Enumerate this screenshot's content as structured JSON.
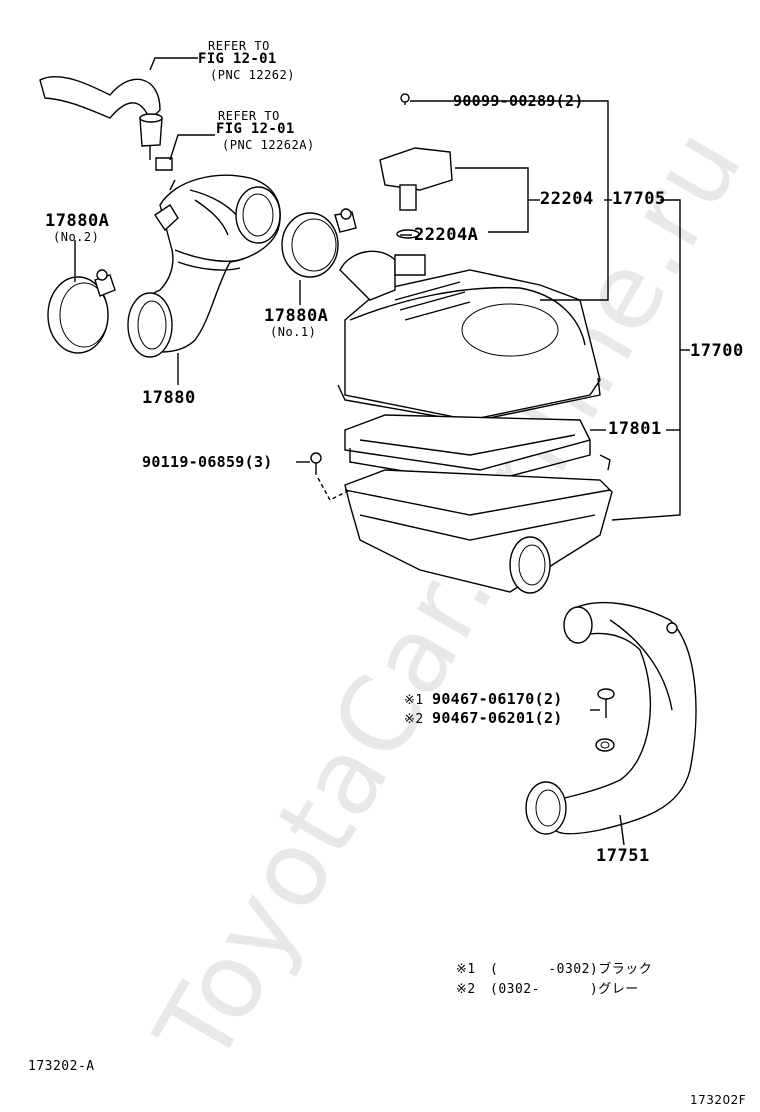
{
  "watermark": "ToyotaCar.Online.ru",
  "refer1": {
    "line1": "REFER TO",
    "line2": "FIG 12-01",
    "line3": "(PNC 12262)"
  },
  "refer2": {
    "line1": "REFER TO",
    "line2": "FIG 12-01",
    "line3": "(PNC 12262A)"
  },
  "parts": {
    "p17880A_2": "17880A",
    "p17880A_2_sub": "(No.2)",
    "p17880A_1": "17880A",
    "p17880A_1_sub": "(No.1)",
    "p17880": "17880",
    "p90099": "90099-00289(2)",
    "p22204": "22204",
    "p17705": "17705",
    "p22204A": "22204A",
    "p17700": "17700",
    "p17801": "17801",
    "p90119": "90119-06859(3)",
    "p90467a_mark": "※1",
    "p90467a": "90467-06170(2)",
    "p90467b_mark": "※2",
    "p90467b": "90467-06201(2)",
    "p17751": "17751"
  },
  "notes": {
    "n1_mark": "※1",
    "n1_text": "(      -0302)ブラック",
    "n2_mark": "※2",
    "n2_text": "(0302-      )グレー"
  },
  "footer": {
    "left": "173202-A",
    "right": "173202F"
  }
}
